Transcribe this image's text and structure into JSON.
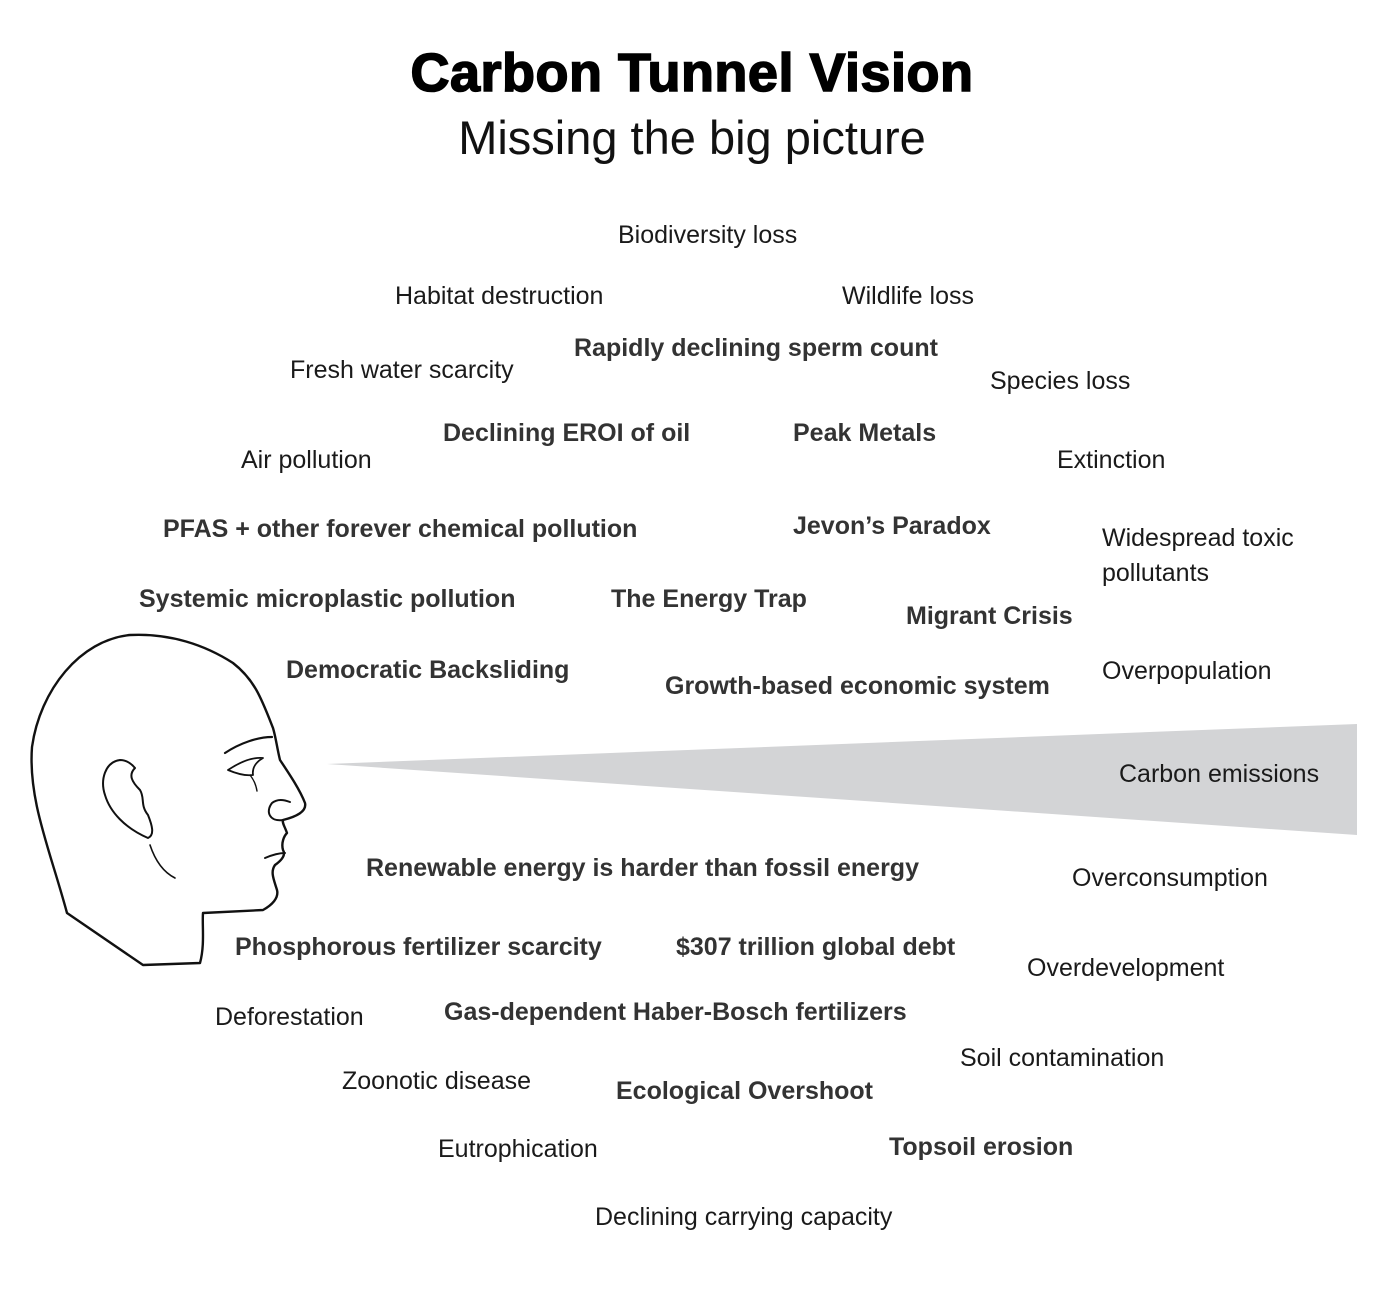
{
  "title": "Carbon Tunnel Vision",
  "subtitle": "Missing the big picture",
  "focus_label": "Carbon emissions",
  "cone_color": "#d3d4d6",
  "labels": [
    "Biodiversity loss",
    "Habitat destruction",
    "Wildlife loss",
    "Fresh water scarcity",
    "Species loss",
    "Air pollution",
    "Extinction",
    "Widespread toxic",
    "pollutants",
    "Overpopulation",
    "Overconsumption",
    "Overdevelopment",
    "Deforestation",
    "Soil contamination",
    "Zoonotic disease",
    "Eutrophication",
    "Declining carrying capacity",
    "Rapidly declining sperm count",
    "Declining EROI of oil",
    "Peak Metals",
    "PFAS + other forever chemical pollution",
    "Jevon’s Paradox",
    "Systemic microplastic pollution",
    "The Energy Trap",
    "Migrant Crisis",
    "Democratic Backsliding",
    "Growth-based economic system",
    "Renewable energy is harder than fossil energy",
    "Phosphorous fertilizer scarcity",
    "$307 trillion global debt",
    "Gas-dependent Haber-Bosch fertilizers",
    "Ecological Overshoot",
    "Topsoil erosion"
  ]
}
